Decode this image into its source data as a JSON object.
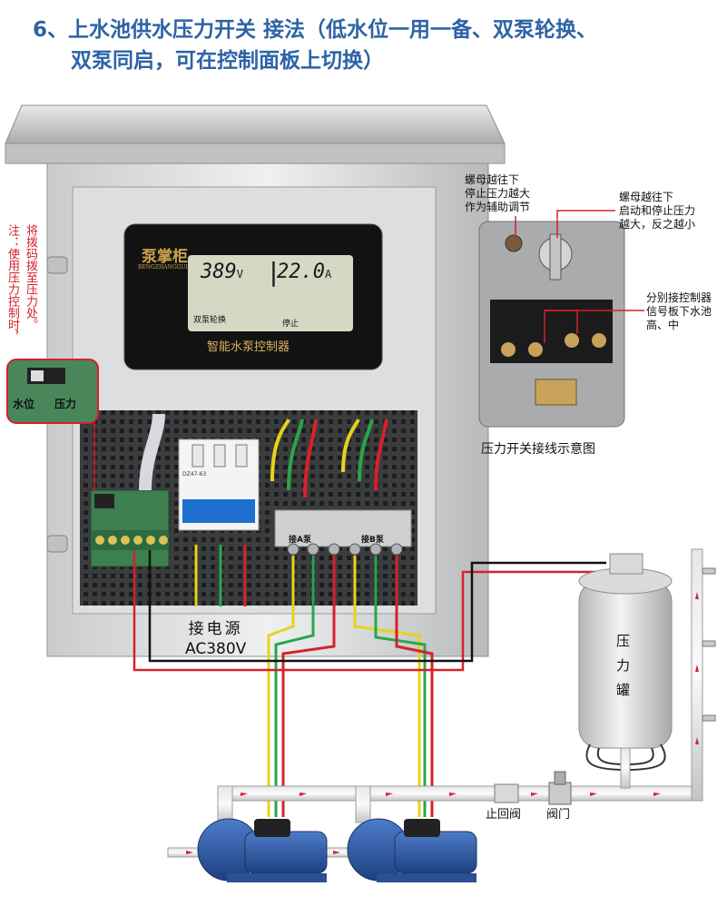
{
  "title": {
    "line1": "6、上水池供水压力开关 接法（低水位一用一备、双泵轮换、",
    "line2": "双泵同启，可在控制面板上切换）"
  },
  "side_note": {
    "col1": "将拨码拨至压力处。",
    "col2": "注：使用压力控制时，"
  },
  "switch_labels": {
    "left": "水位",
    "right": "压力"
  },
  "controller": {
    "voltage": "389",
    "voltage_unit": "V",
    "current": "22.0",
    "current_unit": "A",
    "mode": "双泵轮换",
    "status": "停止",
    "brand": "泵掌柜",
    "brand_sub": "BENGZHANGGUI",
    "name": "智能水泵控制器"
  },
  "breaker_label": "DZ47-63",
  "pump_terminals": {
    "a": "接A泵",
    "b": "接B泵"
  },
  "power": {
    "line1": "接电源",
    "line2": "AC380V"
  },
  "callouts": {
    "left": "螺母越往下\n停止压力越大\n作为辅助调节",
    "right": "螺母越往下\n启动和停止压力\n越大，反之越小",
    "signal": "分别接控制器\n信号板下水池\n高、中"
  },
  "pressure_switch_caption": "压力开关接线示意图",
  "tank_label": "压力罐",
  "check_valve": "止回阀",
  "gate_valve": "阀门",
  "colors": {
    "title_blue": "#2d63a6",
    "note_red": "#d4202a",
    "wire_yellow": "#e8d21a",
    "wire_green": "#2aa54a",
    "wire_red": "#d6222a",
    "wire_black": "#111111",
    "pump_blue": "#2f5fae"
  }
}
